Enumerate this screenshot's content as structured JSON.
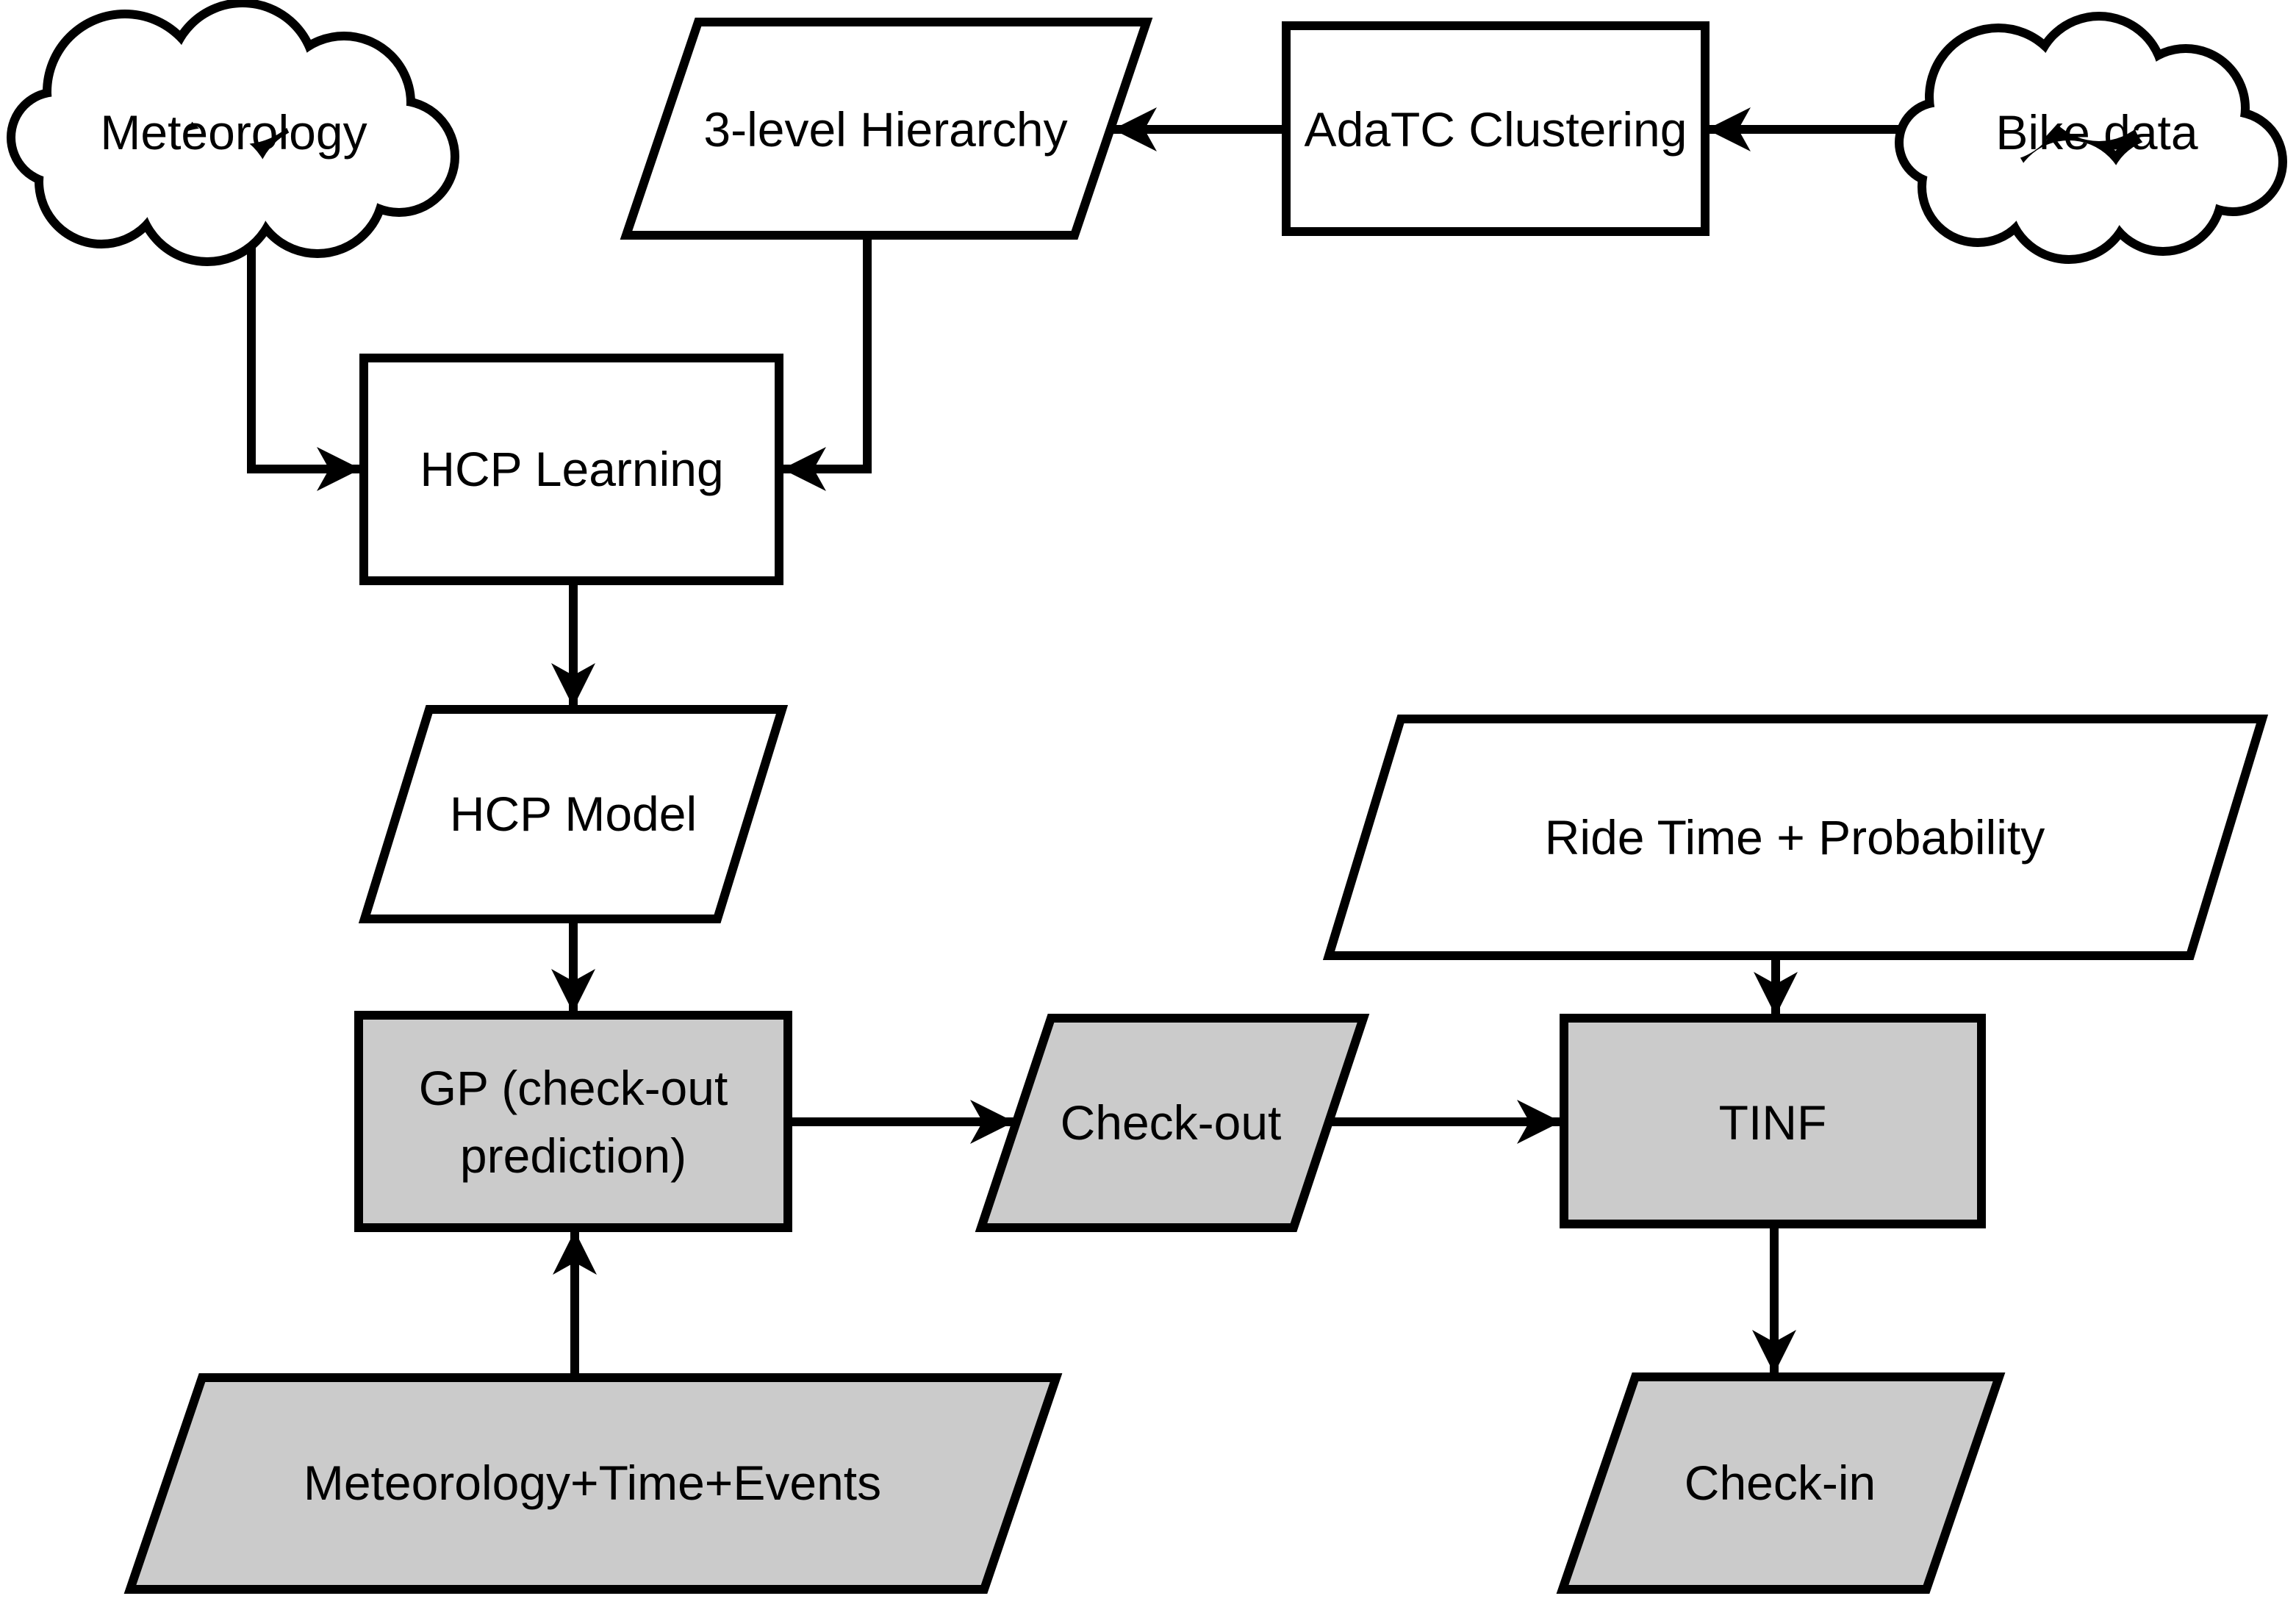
{
  "page": {
    "background": "#ffffff"
  },
  "diagram": {
    "type": "flowchart",
    "colors": {
      "stroke": "#000000",
      "white_fill": "#ffffff",
      "gray_fill": "#cbcbcb",
      "text": "#000000"
    },
    "nodes": {
      "meteorology": {
        "label": "Meteorology",
        "shape": "cloud",
        "fill": "white"
      },
      "bike_data": {
        "label": "Bike data",
        "shape": "cloud",
        "fill": "white"
      },
      "three_level_hierarchy": {
        "label": "3-level Hierarchy",
        "shape": "parallelogram",
        "fill": "white"
      },
      "adatc_clustering": {
        "label": "AdaTC Clustering",
        "shape": "rectangle",
        "fill": "white"
      },
      "hcp_learning": {
        "label": "HCP Learning",
        "shape": "rectangle",
        "fill": "white"
      },
      "hcp_model": {
        "label": "HCP Model",
        "shape": "parallelogram",
        "fill": "white"
      },
      "gp_checkout_prediction": {
        "label_line1": "GP (check-out",
        "label_line2": "prediction)",
        "shape": "rectangle",
        "fill": "gray"
      },
      "ride_time_probability": {
        "label": "Ride Time + Probability",
        "shape": "parallelogram",
        "fill": "white"
      },
      "check_out": {
        "label": "Check-out",
        "shape": "parallelogram",
        "fill": "gray"
      },
      "tinf": {
        "label": "TINF",
        "shape": "rectangle",
        "fill": "gray"
      },
      "meteorology_time_events": {
        "label": "Meteorology+Time+Events",
        "shape": "parallelogram",
        "fill": "gray"
      },
      "check_in": {
        "label": "Check-in",
        "shape": "parallelogram",
        "fill": "gray"
      }
    },
    "edges": [
      {
        "from": "bike_data",
        "to": "adatc_clustering"
      },
      {
        "from": "adatc_clustering",
        "to": "three_level_hierarchy"
      },
      {
        "from": "three_level_hierarchy",
        "to": "hcp_learning"
      },
      {
        "from": "meteorology",
        "to": "hcp_learning"
      },
      {
        "from": "hcp_learning",
        "to": "hcp_model"
      },
      {
        "from": "hcp_model",
        "to": "gp_checkout_prediction"
      },
      {
        "from": "meteorology_time_events",
        "to": "gp_checkout_prediction"
      },
      {
        "from": "gp_checkout_prediction",
        "to": "check_out"
      },
      {
        "from": "check_out",
        "to": "tinf"
      },
      {
        "from": "ride_time_probability",
        "to": "tinf"
      },
      {
        "from": "tinf",
        "to": "check_in"
      }
    ]
  }
}
